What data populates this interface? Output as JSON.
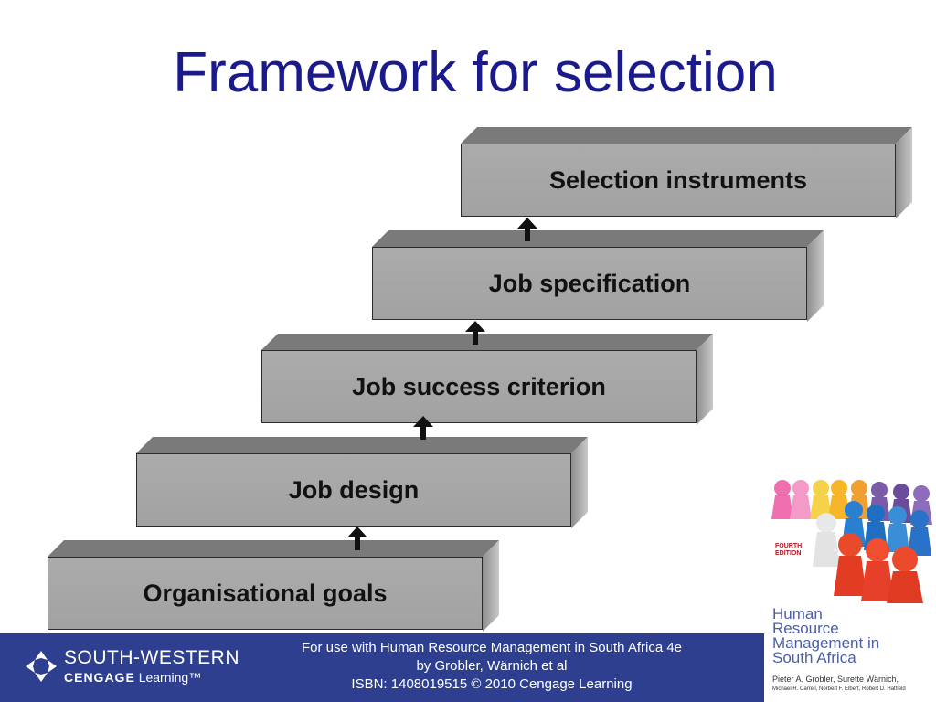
{
  "title": "Framework for selection",
  "steps": [
    {
      "label": "Organisational goals"
    },
    {
      "label": "Job design"
    },
    {
      "label": "Job success criterion"
    },
    {
      "label": "Job specification"
    },
    {
      "label": "Selection instruments"
    }
  ],
  "footer": {
    "logo_line1": "SOUTH-WESTERN",
    "logo_line2_brand": "CENGAGE",
    "logo_line2_rest": "Learning",
    "logo_tm": "™",
    "line1": "For use with Human Resource Management in South Africa 4e",
    "line2": "by Grobler, Wärnich et al",
    "line3": "ISBN: 1408019515 © 2010 Cengage Learning"
  },
  "book": {
    "edition": "FOURTH EDITION",
    "title": "Human Resource Management in South Africa",
    "authors_line1": "Pieter A. Grobler, Surette Wärnich,",
    "authors_line2": "Michael R. Carrell, Norbert F. Elbert, Robert D. Hatfield"
  },
  "colors": {
    "title": "#1a1a8c",
    "footer_bg": "#2e3f8f",
    "step_face": "#a6a6a6"
  }
}
